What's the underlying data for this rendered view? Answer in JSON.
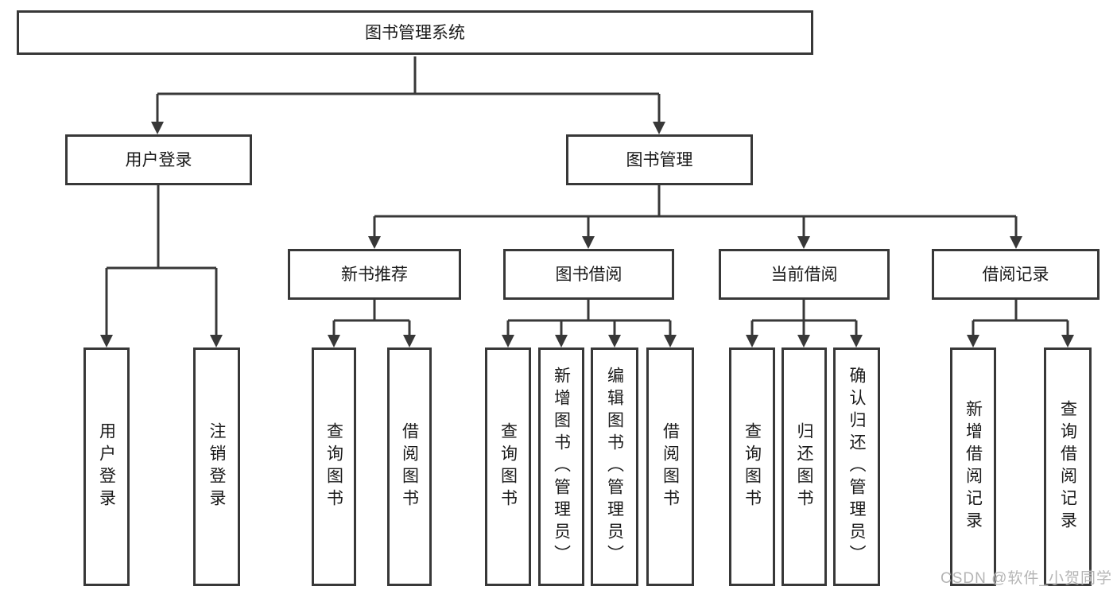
{
  "tree": {
    "label": "图书管理系统",
    "children": [
      {
        "label": "用户登录",
        "children": [
          "用户登录",
          "注销登录"
        ]
      },
      {
        "label": "图书管理",
        "children": [
          {
            "label": "新书推荐",
            "children": [
              "查询图书",
              "借阅图书"
            ]
          },
          {
            "label": "图书借阅",
            "children": [
              "查询图书",
              "新增图书（管理员）",
              "编辑图书（管理员）",
              "借阅图书"
            ]
          },
          {
            "label": "当前借阅",
            "children": [
              "查询图书",
              "归还图书",
              "确认归还（管理员）"
            ]
          },
          {
            "label": "借阅记录",
            "children": [
              "新增借阅记录",
              "查询借阅记录"
            ]
          }
        ]
      }
    ]
  },
  "watermark": {
    "text": "CSDN @软件_小贺同学",
    "color": "#b5b5b5"
  },
  "style": {
    "line_color": "#383838",
    "box_border_color": "#383838",
    "text_color": "#1a1a1a",
    "background": "#ffffff"
  }
}
